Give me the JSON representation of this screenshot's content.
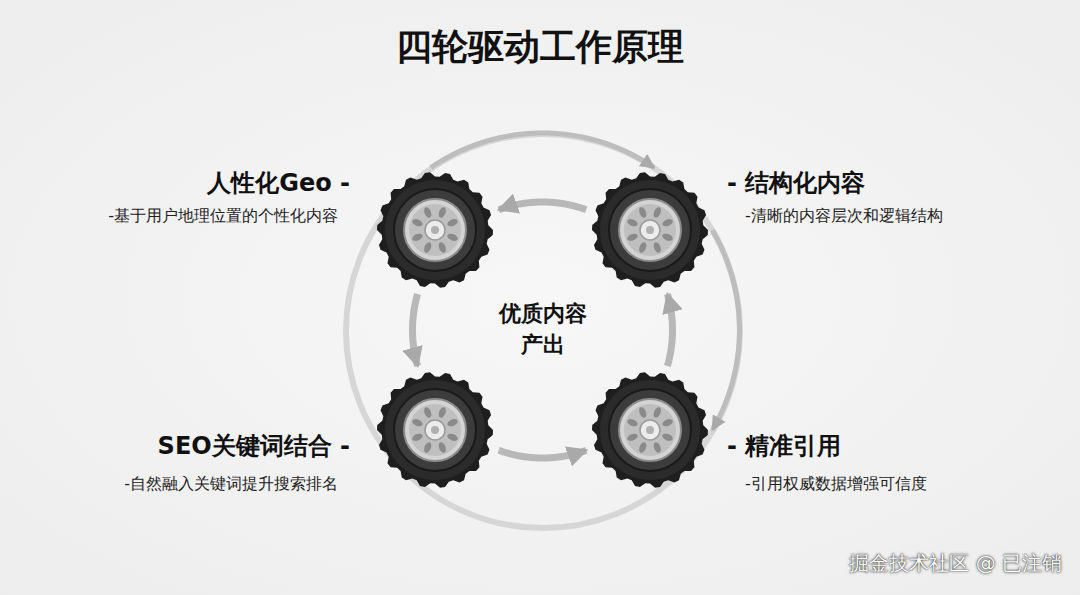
{
  "diagram": {
    "title": "四轮驱动工作原理",
    "nodes": [
      {
        "text": [
          "人性化Geo -",
          "-基于用户地理位置的个性化内容"
        ]
      },
      {
        "text": [
          "- 结构化内容",
          "-清晰的内容层次和逻辑结构"
        ]
      },
      {
        "text": [
          "SEO关键词结合 -",
          "-自然融入关键词提升搜索排名"
        ]
      },
      {
        "text": [
          "- 精准引用",
          "-引用权威数据增强可信度"
        ]
      }
    ],
    "edges": [
      {
        "from": 0,
        "to": 1,
        "arrow": "to"
      },
      {
        "from": 1,
        "to": 0,
        "arrow": "to"
      },
      {
        "from": 0,
        "to": 2,
        "arrow": "to"
      },
      {
        "from": 2,
        "to": 3,
        "arrow": "to"
      },
      {
        "from": 3,
        "to": 1,
        "arrow": "to"
      },
      {
        "from": 1,
        "to": 3,
        "arrow": "to"
      }
    ],
    "labels": [
      "优质内容 产出",
      "掘金技术社区 @ 已注销"
    ]
  }
}
